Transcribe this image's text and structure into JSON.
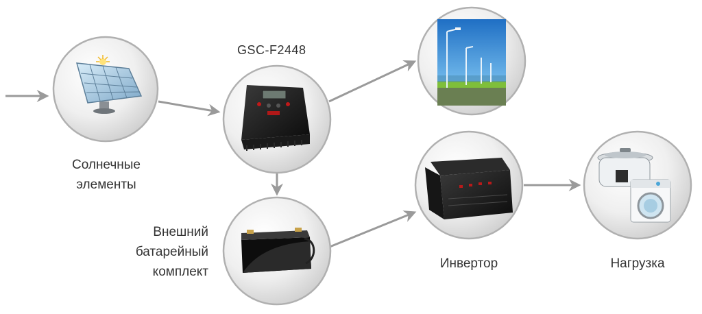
{
  "title": "GSC-F2448",
  "nodes": {
    "solar": {
      "label_line1": "Солнечные",
      "label_line2": "элементы",
      "icon": "solar-panel-icon"
    },
    "controller": {
      "icon": "charge-controller-icon"
    },
    "streetlight": {
      "icon": "street-light-photo"
    },
    "battery": {
      "label_line1": "Внешний",
      "label_line2": "батарейный",
      "label_line3": "комплект",
      "icon": "battery-icon"
    },
    "inverter": {
      "label": "Инвертор",
      "icon": "inverter-icon"
    },
    "load": {
      "label": "Нагрузка",
      "icon": "appliances-icon"
    }
  },
  "colors": {
    "arrow": "#9a9a9a",
    "circle_border": "#b0b0b0",
    "circle_fill": "#e9e9e9",
    "text": "#333333"
  }
}
